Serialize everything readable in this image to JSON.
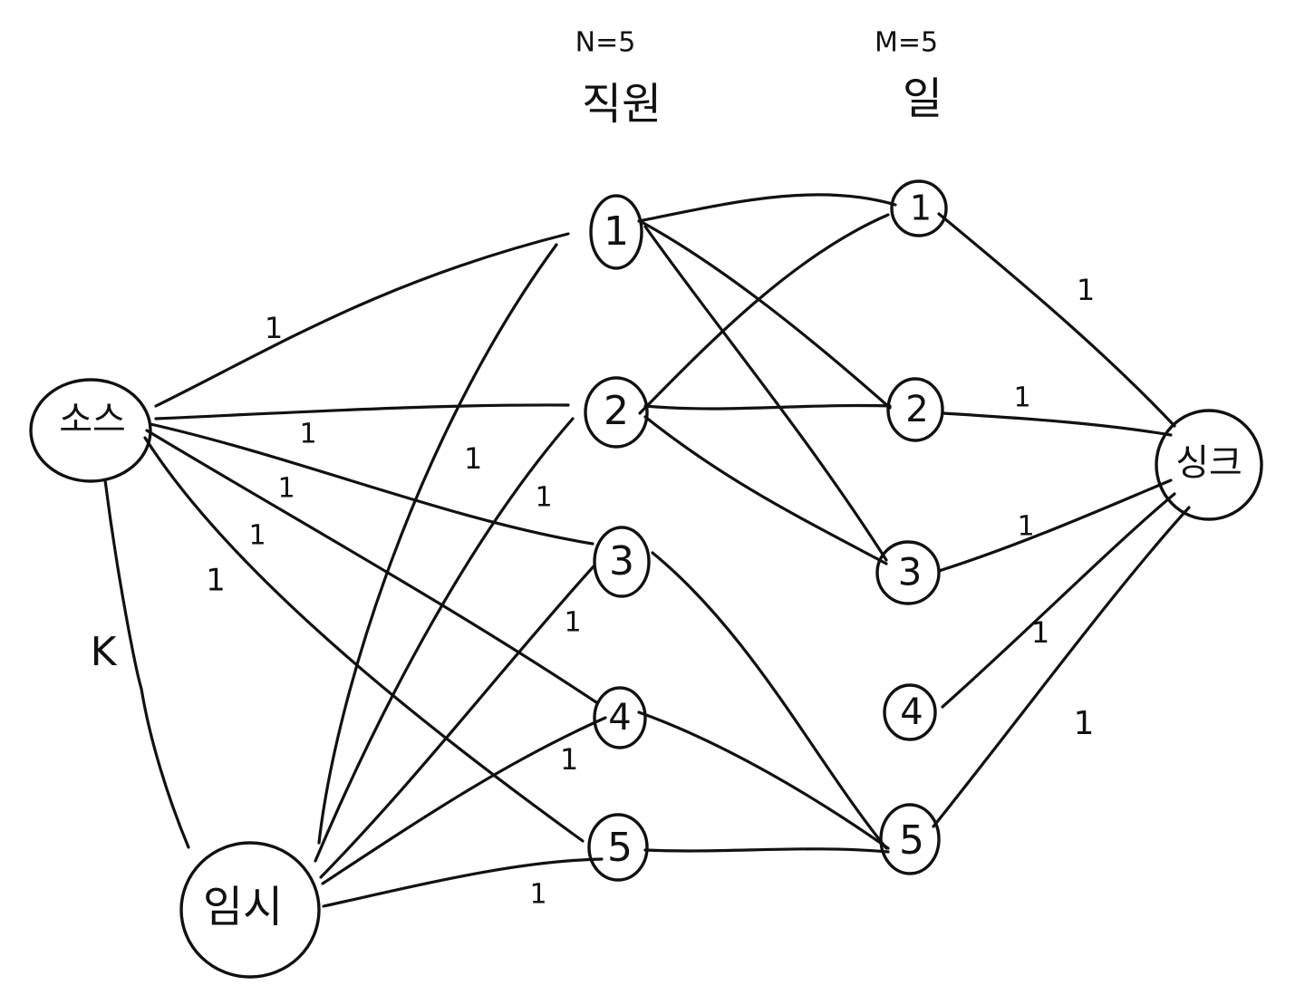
{
  "header": {
    "n_label": "N=5",
    "m_label": "M=5",
    "employee_title": "직원",
    "work_title": "일"
  },
  "nodes": {
    "source": "소스",
    "temp": "임시",
    "sink": "싱크",
    "employees": [
      "1",
      "2",
      "3",
      "4",
      "5"
    ],
    "works": [
      "1",
      "2",
      "3",
      "4",
      "5"
    ]
  },
  "edge_labels": {
    "source_temp": "K",
    "source_emp1": "1",
    "source_emp2": "1",
    "source_emp3": "1",
    "source_emp4": "1",
    "source_emp5": "1",
    "temp_emp1": "1",
    "temp_emp2": "1",
    "temp_emp3": "1",
    "temp_emp4": "1",
    "temp_emp5": "1",
    "work1_sink": "1",
    "work2_sink": "1",
    "work3_sink": "1",
    "work4_sink": "1",
    "work5_sink": "1"
  },
  "edges": [
    {
      "from": "소스",
      "to": "임시",
      "capacity": "K"
    },
    {
      "from": "소스",
      "to": "직원 1",
      "capacity": "1"
    },
    {
      "from": "소스",
      "to": "직원 2",
      "capacity": "1"
    },
    {
      "from": "소스",
      "to": "직원 3",
      "capacity": "1"
    },
    {
      "from": "소스",
      "to": "직원 4",
      "capacity": "1"
    },
    {
      "from": "소스",
      "to": "직원 5",
      "capacity": "1"
    },
    {
      "from": "임시",
      "to": "직원 1",
      "capacity": "1"
    },
    {
      "from": "임시",
      "to": "직원 2",
      "capacity": "1"
    },
    {
      "from": "임시",
      "to": "직원 3",
      "capacity": "1"
    },
    {
      "from": "임시",
      "to": "직원 4",
      "capacity": "1"
    },
    {
      "from": "임시",
      "to": "직원 5",
      "capacity": "1"
    },
    {
      "from": "직원 1",
      "to": "일 1"
    },
    {
      "from": "직원 1",
      "to": "일 2"
    },
    {
      "from": "직원 1",
      "to": "일 3"
    },
    {
      "from": "직원 2",
      "to": "일 1"
    },
    {
      "from": "직원 2",
      "to": "일 2"
    },
    {
      "from": "직원 2",
      "to": "일 3"
    },
    {
      "from": "직원 3",
      "to": "일 5"
    },
    {
      "from": "직원 4",
      "to": "일 5"
    },
    {
      "from": "직원 5",
      "to": "일 5"
    },
    {
      "from": "일 1",
      "to": "싱크",
      "capacity": "1"
    },
    {
      "from": "일 2",
      "to": "싱크",
      "capacity": "1"
    },
    {
      "from": "일 3",
      "to": "싱크",
      "capacity": "1"
    },
    {
      "from": "일 4",
      "to": "싱크",
      "capacity": "1"
    },
    {
      "from": "일 5",
      "to": "싱크",
      "capacity": "1"
    }
  ]
}
